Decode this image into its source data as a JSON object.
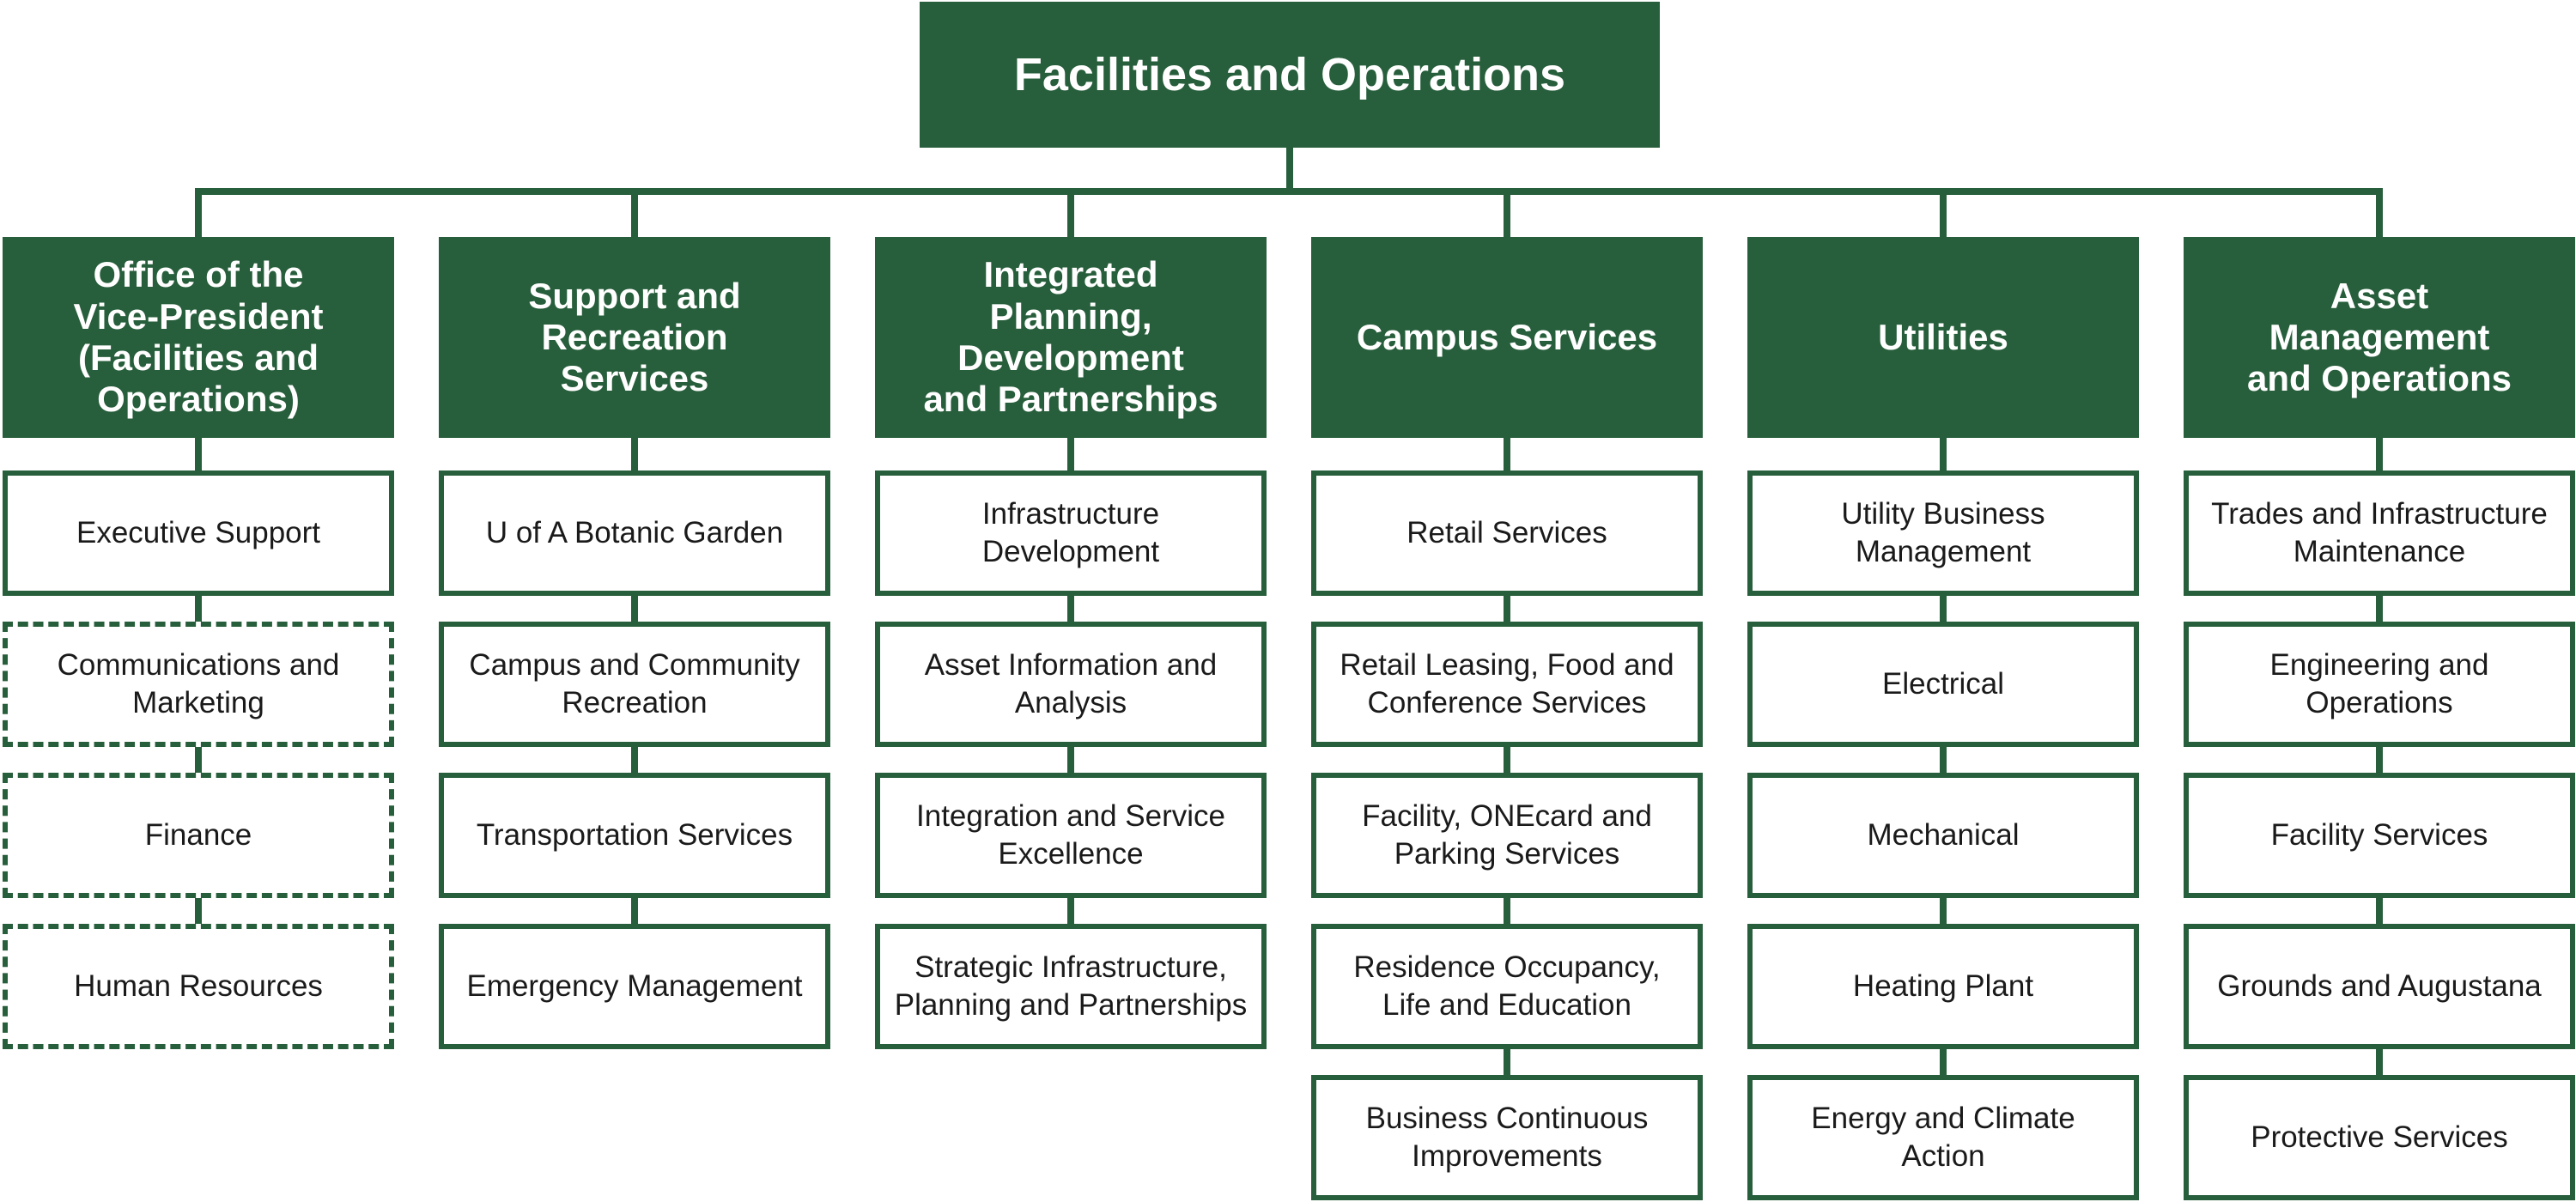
{
  "colors": {
    "primary": "#275e3b",
    "background": "#ffffff",
    "child_text": "#1a1a1a"
  },
  "org_chart": {
    "title": "Facilities and Operations",
    "departments": [
      {
        "name": "Office of the\nVice-President\n(Facilities and\nOperations)",
        "units": [
          {
            "name": "Executive Support",
            "line": "solid"
          },
          {
            "name": "Communications and\nMarketing",
            "line": "dashed"
          },
          {
            "name": "Finance",
            "line": "dashed"
          },
          {
            "name": "Human Resources",
            "line": "dashed"
          }
        ]
      },
      {
        "name": "Support and\nRecreation\nServices",
        "units": [
          {
            "name": "U of A Botanic Garden",
            "line": "solid"
          },
          {
            "name": "Campus and Community\nRecreation",
            "line": "solid"
          },
          {
            "name": "Transportation Services",
            "line": "solid"
          },
          {
            "name": "Emergency Management",
            "line": "solid"
          }
        ]
      },
      {
        "name": "Integrated\nPlanning,\nDevelopment\nand Partnerships",
        "units": [
          {
            "name": "Infrastructure\nDevelopment",
            "line": "solid"
          },
          {
            "name": "Asset Information and\nAnalysis",
            "line": "solid"
          },
          {
            "name": "Integration and Service\nExcellence",
            "line": "solid"
          },
          {
            "name": "Strategic Infrastructure,\nPlanning and Partnerships",
            "line": "solid"
          }
        ]
      },
      {
        "name": "Campus Services",
        "units": [
          {
            "name": "Retail Services",
            "line": "solid"
          },
          {
            "name": "Retail Leasing, Food and\nConference Services",
            "line": "solid"
          },
          {
            "name": "Facility, ONEcard and\nParking Services",
            "line": "solid"
          },
          {
            "name": "Residence Occupancy,\nLife and Education",
            "line": "solid"
          },
          {
            "name": "Business Continuous\nImprovements",
            "line": "solid"
          }
        ]
      },
      {
        "name": "Utilities",
        "units": [
          {
            "name": "Utility Business\nManagement",
            "line": "solid"
          },
          {
            "name": "Electrical",
            "line": "solid"
          },
          {
            "name": "Mechanical",
            "line": "solid"
          },
          {
            "name": "Heating Plant",
            "line": "solid"
          },
          {
            "name": "Energy and Climate\nAction",
            "line": "solid"
          }
        ]
      },
      {
        "name": "Asset\nManagement\nand Operations",
        "units": [
          {
            "name": "Trades and Infrastructure\nMaintenance",
            "line": "solid"
          },
          {
            "name": "Engineering and\nOperations",
            "line": "solid"
          },
          {
            "name": "Facility Services",
            "line": "solid"
          },
          {
            "name": "Grounds and Augustana",
            "line": "solid"
          },
          {
            "name": "Protective Services",
            "line": "solid"
          }
        ]
      }
    ]
  }
}
